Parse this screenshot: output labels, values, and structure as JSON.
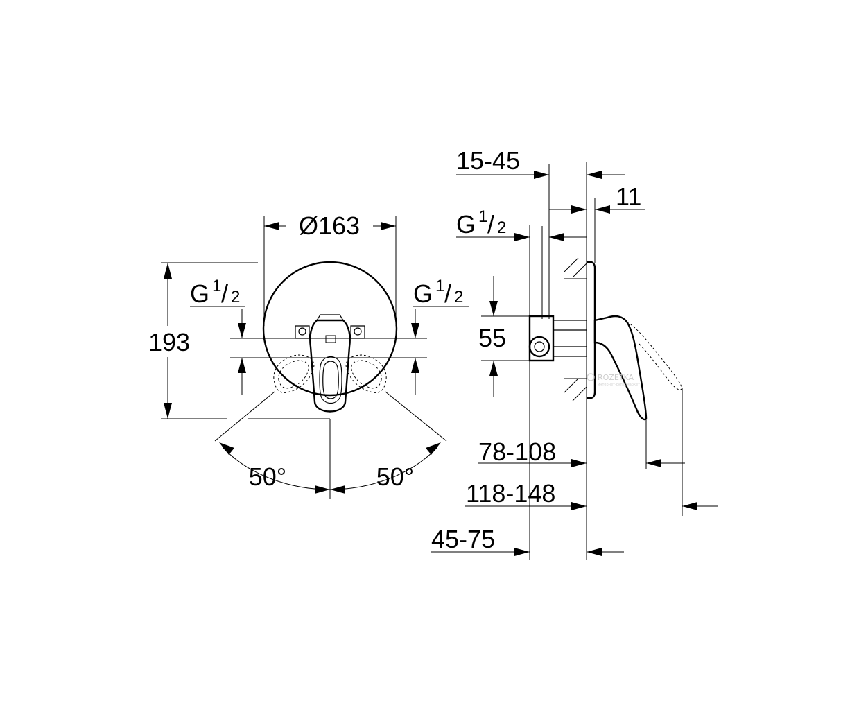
{
  "front_view": {
    "diameter_label": "Ø163",
    "height_label": "193",
    "thread_left": {
      "letter": "G",
      "num": "1",
      "den": "2"
    },
    "thread_right": {
      "letter": "G",
      "num": "1",
      "den": "2"
    },
    "angle_left": "50°",
    "angle_right": "50°"
  },
  "side_view": {
    "dim_15_45": "15-45",
    "dim_11": "11",
    "thread": {
      "letter": "G",
      "num": "1",
      "den": "2"
    },
    "dim_55": "55",
    "dim_78_108": "78-108",
    "dim_118_148": "118-148",
    "dim_45_75": "45-75"
  },
  "watermark": {
    "brand": "ROZETKA",
    "tagline": "интернет-супермаркет"
  },
  "colors": {
    "line": "#000000",
    "background": "#ffffff",
    "watermark": "#c7c7c7"
  }
}
